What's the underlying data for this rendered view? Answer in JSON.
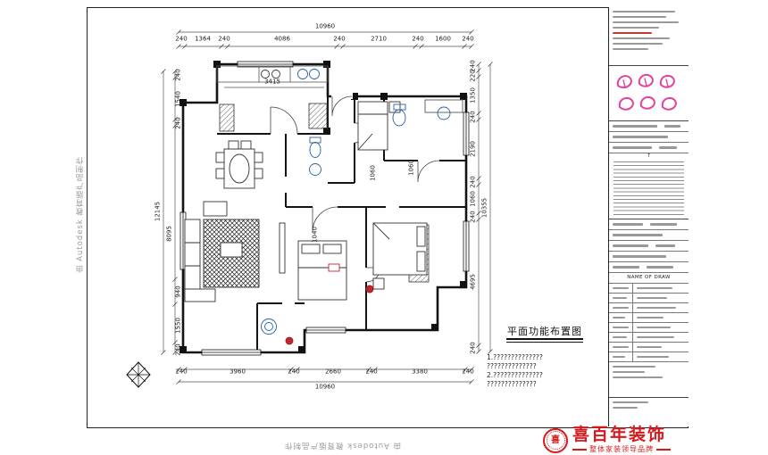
{
  "watermark": {
    "text": "由 Autodesk 教育版产品制作"
  },
  "plan": {
    "title": "平面功能布置图",
    "notes": [
      "1.??????????????",
      "  ??????????????",
      "2.??????????????",
      "  ??????????????"
    ]
  },
  "dims": {
    "top_total": "10960",
    "top": [
      "240",
      "1364",
      "240",
      "4086",
      "240",
      "2710",
      "240",
      "1600",
      "240"
    ],
    "bottom": [
      "240",
      "3960",
      "240",
      "2660",
      "240",
      "3380",
      "240"
    ],
    "bottom_total": "10960",
    "left_total": "12145",
    "left_span": "8095",
    "left_top": [
      "240",
      "1540",
      "240"
    ],
    "left_bottom": [
      "940",
      "1550",
      "240"
    ],
    "right": [
      "240",
      "220",
      "1350",
      "240",
      "2190",
      "240",
      "1060",
      "240",
      "4695",
      "240"
    ],
    "right_total": "10355",
    "interior": {
      "kitchen": "3415",
      "bed_mid": "1040",
      "hall_a": "1060",
      "hall_b": "1060"
    }
  },
  "titleblock": {
    "name_of_draw": "NAME OF DRAW"
  },
  "brand": {
    "name": "喜百年装饰",
    "tagline": "整体家装领导品牌",
    "emblem_char": "喜",
    "color": "#d7191c"
  }
}
